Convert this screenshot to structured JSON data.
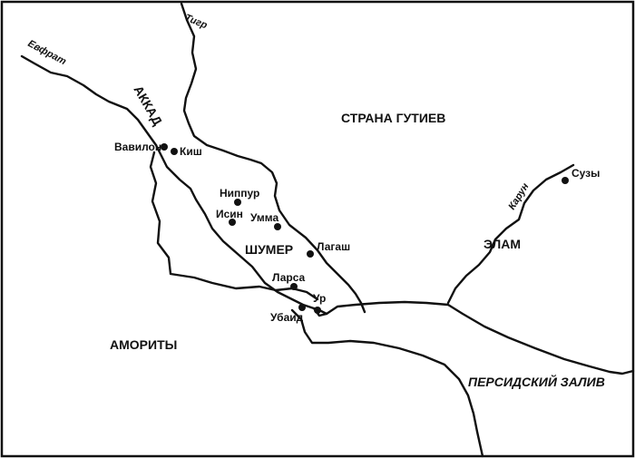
{
  "map": {
    "regions": {
      "akkad": "АККАД",
      "gutians": "СТРАНА ГУТИЕВ",
      "sumer": "ШУМЕР",
      "elam": "ЭЛАМ",
      "amorites": "АМОРИТЫ"
    },
    "sea": "ПЕРСИДСКИЙ ЗАЛИВ",
    "rivers": {
      "tigris": "Тигр",
      "euphrates": "Евфрат",
      "karun": "Карун"
    },
    "cities": {
      "babylon": "Вавилон",
      "kish": "Киш",
      "nippur": "Ниппур",
      "isin": "Исин",
      "umma": "Умма",
      "lagash": "Лагаш",
      "larsa": "Ларса",
      "ur": "Ур",
      "ubaid": "Убаид",
      "susa": "Сузы"
    },
    "colors": {
      "ink": "#111111",
      "paper": "#ffffff"
    }
  }
}
